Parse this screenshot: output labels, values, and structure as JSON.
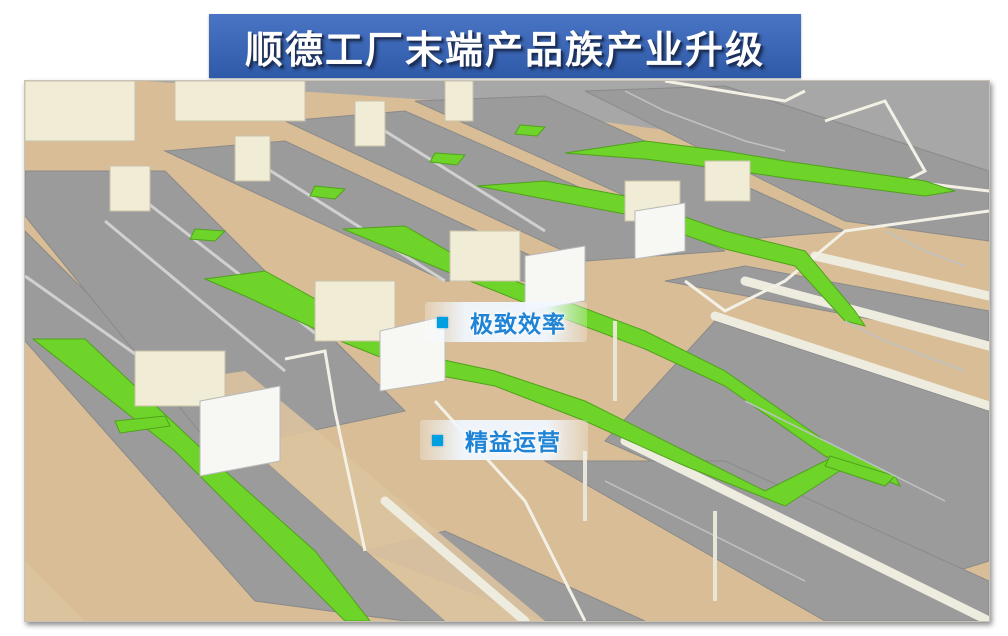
{
  "title": "顺德工厂末端产品族产业升级",
  "labels": [
    {
      "text": "极致效率"
    },
    {
      "text": "精益运营"
    }
  ],
  "colors": {
    "title_bg": "#3a66b8",
    "floor": "#d9bf98",
    "zone": "#9a9a9a",
    "conveyor": "#6fd42a",
    "label_text": "#1f84d6",
    "bullet": "#00a0e0"
  },
  "icons": [
    "bullet-square-icon"
  ]
}
